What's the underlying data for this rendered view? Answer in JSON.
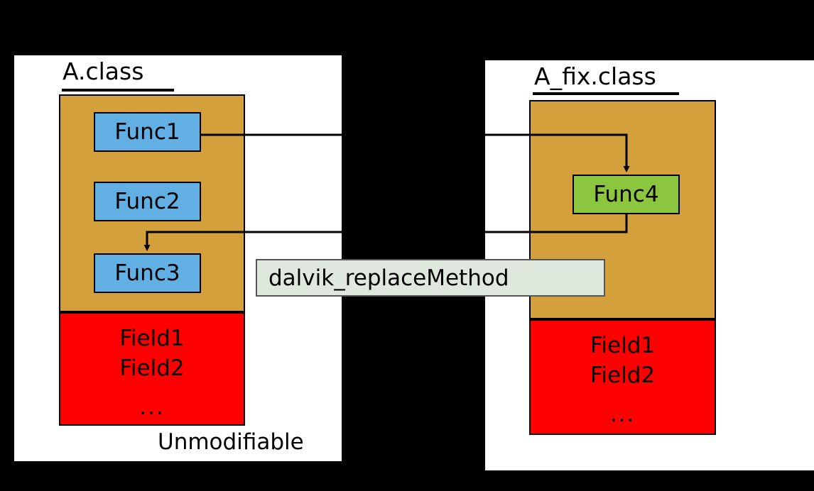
{
  "diagram": {
    "title": "dalvik_replaceMethod class patching diagram",
    "colors": {
      "background": "#000000",
      "panel": "#ffffff",
      "methods_region": "#d4a03c",
      "fields_region": "#ff0000",
      "original_method": "#62b0e3",
      "patched_method": "#8cc63e",
      "callout": "#dfe8dd",
      "stroke": "#000000"
    }
  },
  "left_panel": {
    "class_title": "A.class",
    "methods": [
      {
        "label": "Func1"
      },
      {
        "label": "Func2"
      },
      {
        "label": "Func3"
      }
    ],
    "fields": {
      "lines": [
        "Field1",
        "Field2"
      ],
      "ellipsis": "..."
    },
    "caption": "Unmodifiable"
  },
  "right_panel": {
    "class_title": "A_fix.class",
    "methods": [
      {
        "label": "Func4"
      }
    ],
    "fields": {
      "lines": [
        "Field1",
        "Field2"
      ],
      "ellipsis": "..."
    }
  },
  "callout": {
    "label": "dalvik_replaceMethod"
  },
  "connections": [
    {
      "from": "Func1",
      "to": "Func4",
      "kind": "redirect-out"
    },
    {
      "from": "Func4",
      "to": "Func3",
      "kind": "redirect-back"
    }
  ]
}
